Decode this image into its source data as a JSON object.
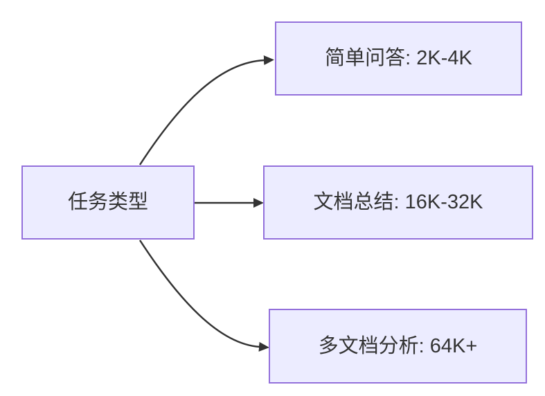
{
  "diagram": {
    "kind": "flowchart",
    "direction": "LR",
    "root": {
      "id": "task-type",
      "label": "任务类型"
    },
    "branches": [
      {
        "id": "simple-qa",
        "label": "简单问答: 2K-4K"
      },
      {
        "id": "doc-summary",
        "label": "文档总结: 16K-32K"
      },
      {
        "id": "multi-doc-analysis",
        "label": "多文档分析: 64K+"
      }
    ],
    "edges": [
      {
        "from": "task-type",
        "to": "simple-qa",
        "style": "curved"
      },
      {
        "from": "task-type",
        "to": "doc-summary",
        "style": "straight"
      },
      {
        "from": "task-type",
        "to": "multi-doc-analysis",
        "style": "curved"
      }
    ]
  },
  "colors": {
    "background": "#FFFFFF",
    "node_fill": "#ECECFF",
    "node_border": "#9370DB",
    "edge_stroke": "#333333",
    "label_text": "#333333"
  }
}
